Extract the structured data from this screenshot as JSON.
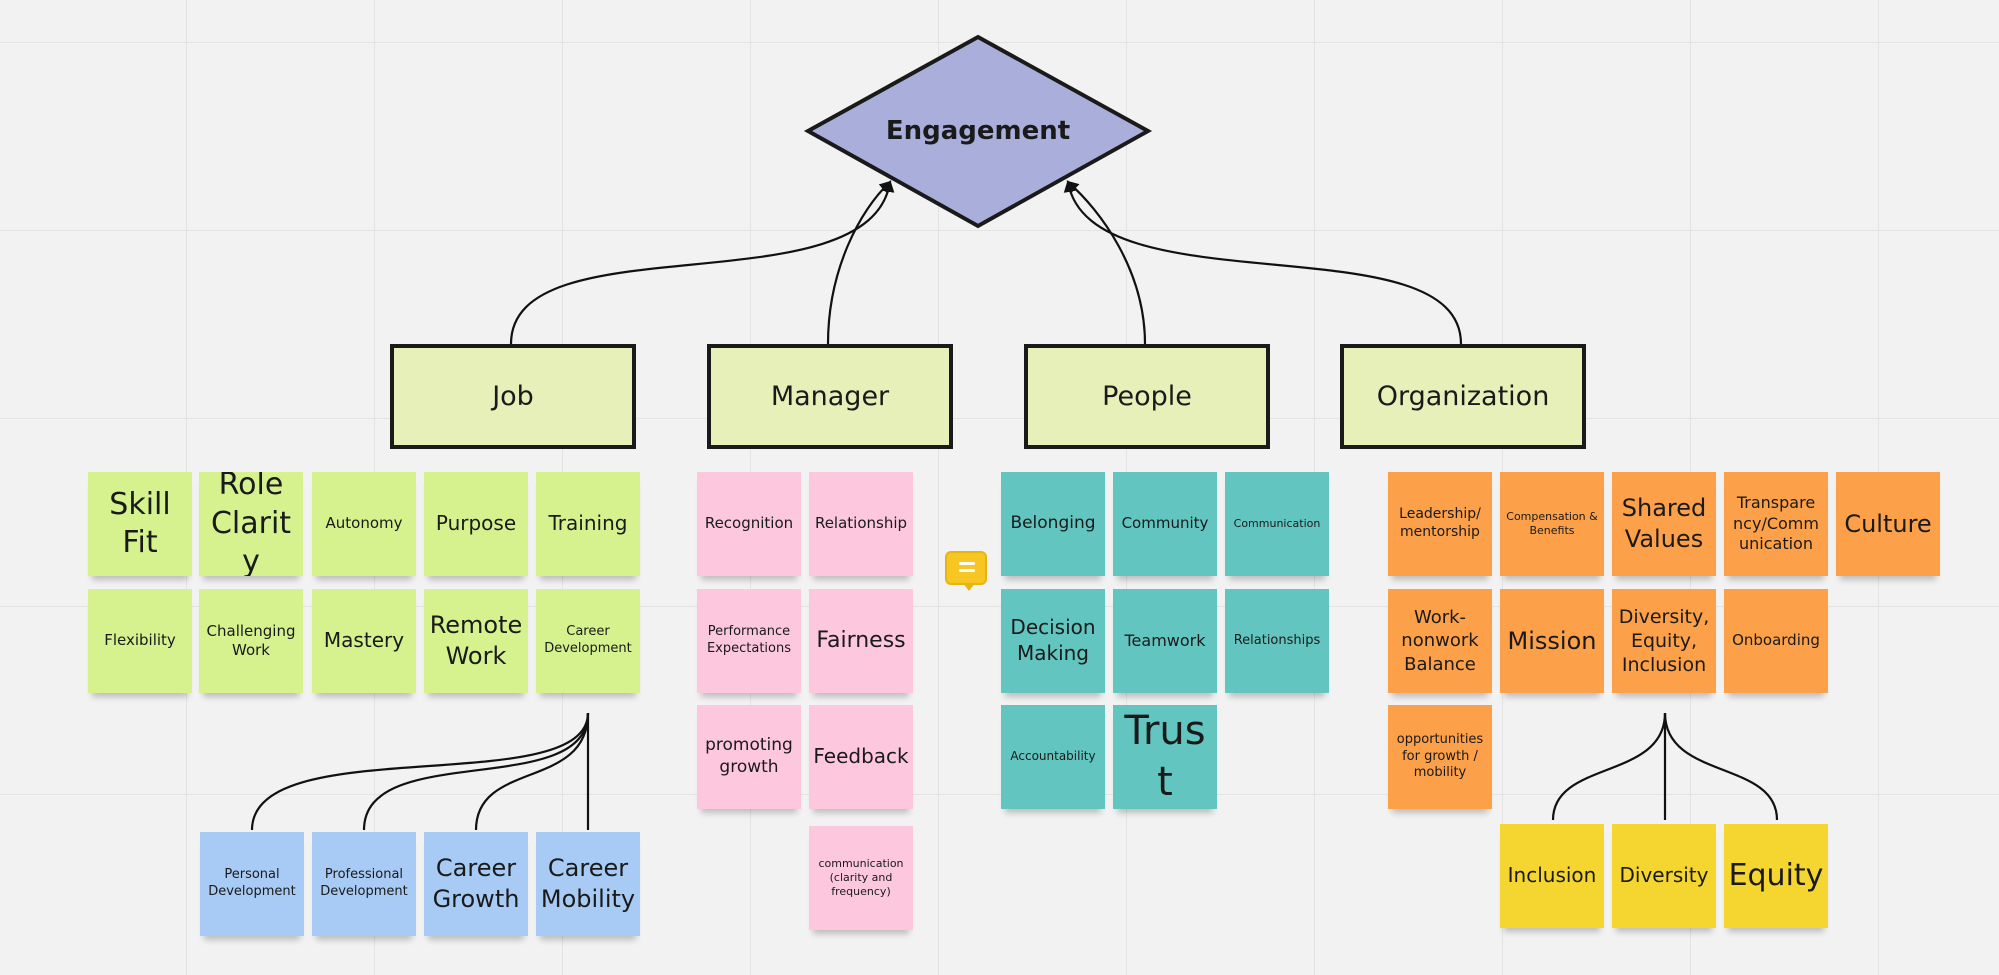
{
  "diagram": {
    "root": "Engagement",
    "categories": {
      "job": "Job",
      "manager": "Manager",
      "people": "People",
      "organization": "Organization"
    },
    "job_notes": {
      "skill_fit": "Skill Fit",
      "role_clarity": "Role Clarity",
      "autonomy": "Autonomy",
      "purpose": "Purpose",
      "training": "Training",
      "flexibility": "Flexibility",
      "challenging_work": "Challenging Work",
      "mastery": "Mastery",
      "remote_work": "Remote Work",
      "career_development": "Career Development"
    },
    "career_development_notes": {
      "personal_development": "Personal Development",
      "professional_development": "Professional Development",
      "career_growth": "Career Growth",
      "career_mobility": "Career Mobility"
    },
    "manager_notes": {
      "recognition": "Recognition",
      "relationship": "Relationship",
      "performance_expectations": "Performance Expectations",
      "fairness": "Fairness",
      "promoting_growth": "promoting growth",
      "feedback": "Feedback",
      "communication": "communication (clarity and frequency)"
    },
    "people_notes": {
      "belonging": "Belonging",
      "community": "Community",
      "communication": "Communication",
      "decision_making": "Decision Making",
      "teamwork": "Teamwork",
      "relationships": "Relationships",
      "accountability": "Accountability",
      "trust": "Trust"
    },
    "organization_notes": {
      "leadership_mentorship": "Leadership/ mentorship",
      "compensation_benefits": "Compensation & Benefits",
      "shared_values": "Shared Values",
      "transparency_communication": "Transpare ncy/Comm unication",
      "culture": "Culture",
      "work_nonwork_balance": "Work- nonwork Balance",
      "mission": "Mission",
      "diversity_equity_inclusion": "Diversity, Equity, Inclusion",
      "onboarding": "Onboarding",
      "opportunities_growth_mobility": "opportunities for growth / mobility"
    },
    "dei_notes": {
      "inclusion": "Inclusion",
      "diversity": "Diversity",
      "equity": "Equity"
    },
    "colors": {
      "root_fill": "#a9aedb",
      "category_fill": "#e6f0b8",
      "job_notes": "#d5f28e",
      "manager_notes": "#fdc8dd",
      "people_notes": "#62c5bf",
      "organization_notes": "#fca04a",
      "career_development_notes": "#a8cbf5",
      "dei_notes": "#f5d630"
    },
    "icons": {
      "comment": "comment-icon"
    }
  }
}
